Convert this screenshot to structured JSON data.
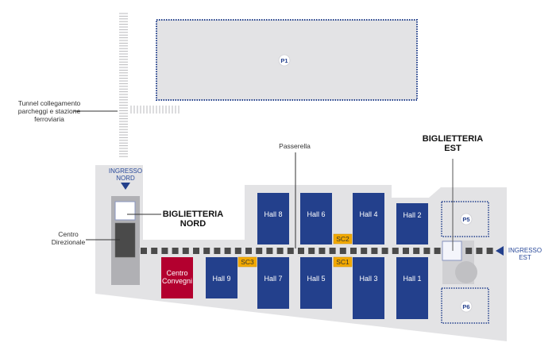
{
  "map": {
    "colors": {
      "hall": "#23408c",
      "congress": "#b3002f",
      "service": "#f2a900",
      "ground": "#e3e3e5",
      "walkway": "#4a4a4a",
      "parking_border": "#23408c"
    },
    "parking": {
      "p1": "P1",
      "p5": "P5",
      "p6": "P6"
    },
    "halls": {
      "h1": "Hall 1",
      "h2": "Hall 2",
      "h3": "Hall 3",
      "h4": "Hall 4",
      "h5": "Hall 5",
      "h6": "Hall 6",
      "h7": "Hall 7",
      "h8": "Hall 8",
      "h9": "Hall 9"
    },
    "service_centers": {
      "sc1": "SC1",
      "sc2": "SC2",
      "sc3": "SC3"
    },
    "congress_center": {
      "line1": "Centro",
      "line2": "Convegni"
    },
    "labels": {
      "tunnel": {
        "line1": "Tunnel collegamento",
        "line2": "parcheggi e stazione",
        "line3": "ferroviaria"
      },
      "passerella": "Passerella",
      "centro_direzionale": {
        "line1": "Centro",
        "line2": "Direzionale"
      },
      "biglietteria_nord": {
        "line1": "BIGLIETTERIA",
        "line2": "NORD"
      },
      "biglietteria_est": {
        "line1": "BIGLIETTERIA",
        "line2": "EST"
      },
      "ingresso_nord": {
        "line1": "INGRESSO",
        "line2": "NORD"
      },
      "ingresso_est": {
        "line1": "INGRESSO",
        "line2": "EST"
      }
    }
  }
}
